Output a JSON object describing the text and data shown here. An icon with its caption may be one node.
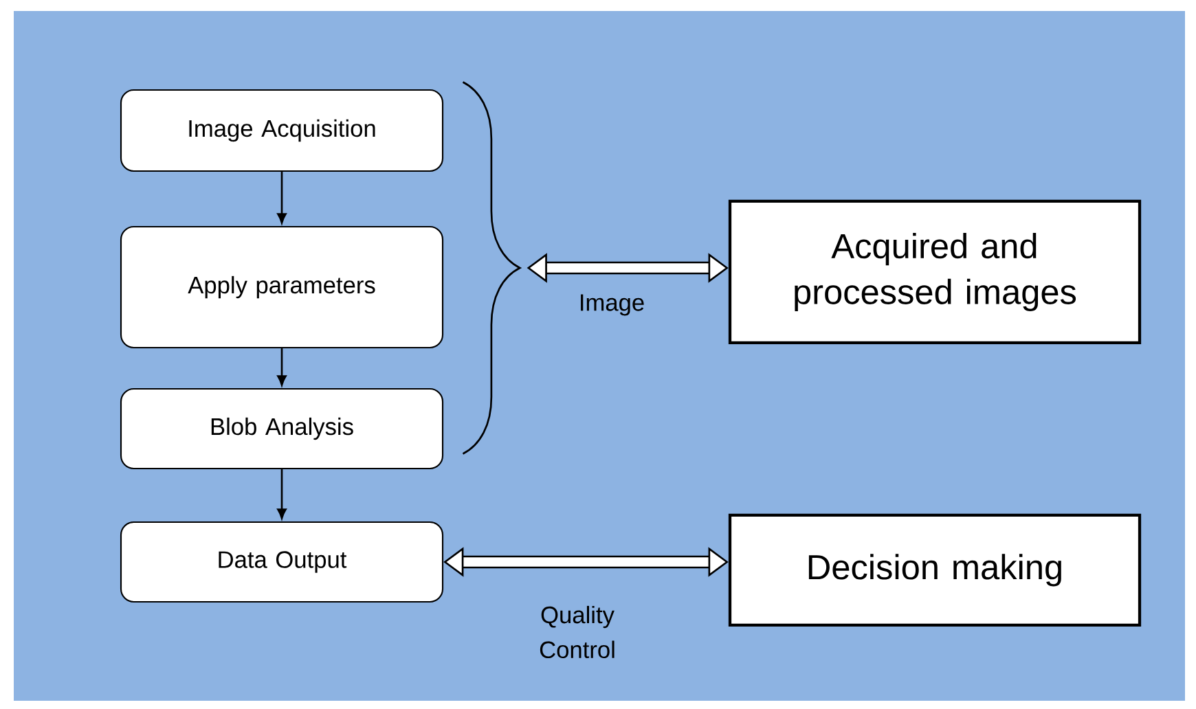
{
  "diagram": {
    "nodes": [
      {
        "text": [
          "Image Acquisition"
        ]
      },
      {
        "text": [
          "Apply parameters"
        ]
      },
      {
        "text": [
          "Blob Analysis"
        ]
      },
      {
        "text": [
          "Data Output"
        ]
      },
      {
        "text": [],
        "shape": "brace"
      },
      {
        "text": [
          "Acquired and processed images"
        ]
      },
      {
        "text": [
          "Decision making"
        ]
      }
    ],
    "edges": [
      {
        "from": 0,
        "to": 1,
        "arrow": "to"
      },
      {
        "from": 1,
        "to": 2,
        "arrow": "to"
      },
      {
        "from": 2,
        "to": 3,
        "arrow": "to"
      },
      {
        "from": 4,
        "to": 5,
        "arrow": "both",
        "style": "thick",
        "label": "Image"
      },
      {
        "from": 3,
        "to": 6,
        "arrow": "both",
        "style": "thick",
        "label": "Quality Control"
      }
    ]
  }
}
